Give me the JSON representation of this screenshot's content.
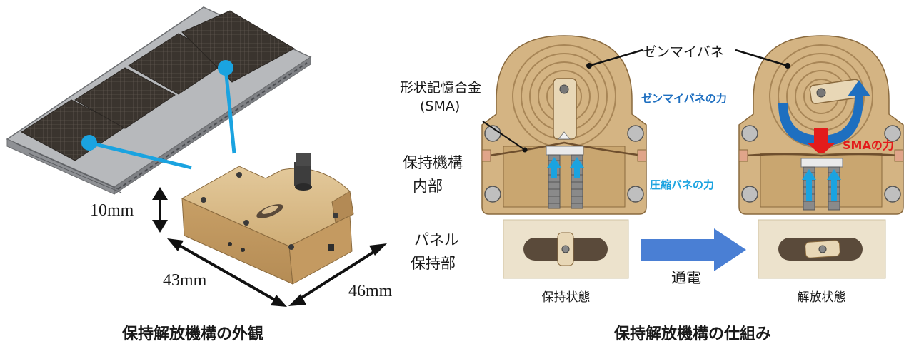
{
  "captions": {
    "left": "保持解放機構の外観",
    "right": "保持解放機構の仕組み"
  },
  "dimensions": {
    "height": "10mm",
    "width": "43mm",
    "depth": "46mm"
  },
  "labels": {
    "sma_line1": "形状記憶合金",
    "sma_line2": "(SMA)",
    "internal_line1": "保持機構",
    "internal_line2": "内部",
    "panel_line1": "パネル",
    "panel_line2": "保持部",
    "zenmai": "ゼンマイバネ",
    "zenmai_force": "ゼンマイバネの力",
    "sma_force": "SMAの力",
    "compress_force": "圧縮バネの力",
    "energize": "通電",
    "hold_state": "保持状態",
    "release_state": "解放状態"
  },
  "colors": {
    "cyan": "#1aa3e0",
    "blue_force": "#1e6fc0",
    "red_force": "#e31b1b",
    "body_tan": "#d4b483",
    "panel_bg": "#ece2cc",
    "arrow_blue": "#4a7fd4"
  }
}
